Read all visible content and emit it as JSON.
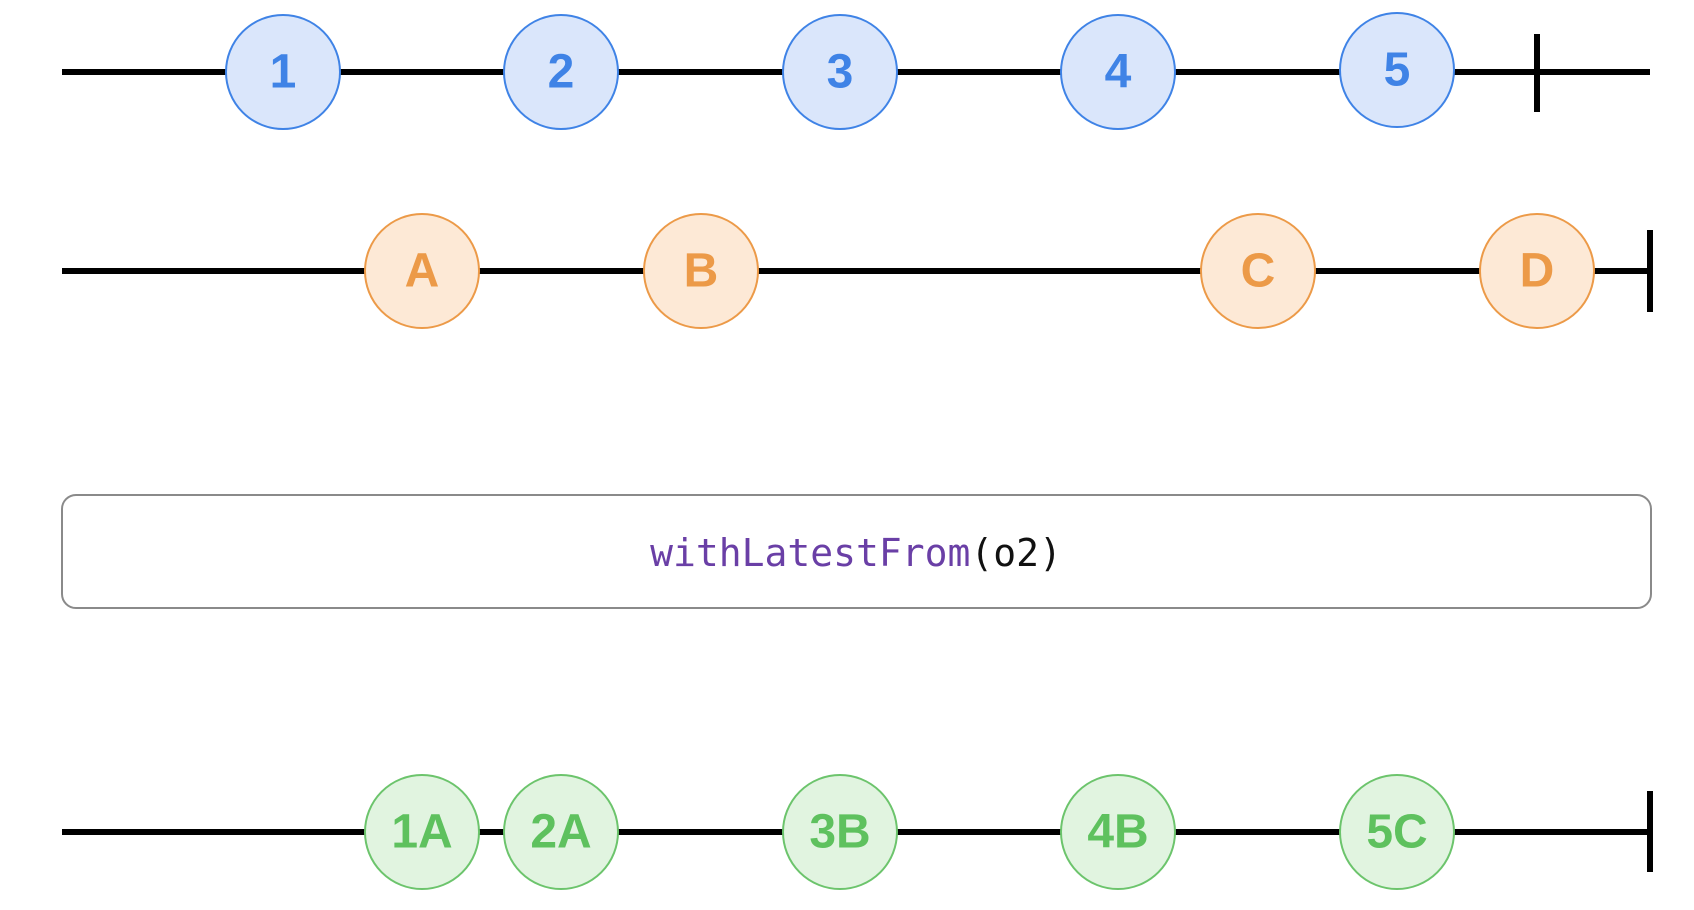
{
  "streams": {
    "source1": {
      "marbles": [
        "1",
        "2",
        "3",
        "4",
        "5"
      ],
      "fill": "#dae6fb",
      "stroke": "#3f83e6",
      "text_color": "#3f83e6",
      "terminator": "completion"
    },
    "source2": {
      "marbles": [
        "A",
        "B",
        "C",
        "D"
      ],
      "fill": "#fde9d6",
      "stroke": "#ec9a48",
      "text_color": "#ec9a48",
      "terminator": "completion"
    },
    "result": {
      "marbles": [
        "1A",
        "2A",
        "3B",
        "4B",
        "5C"
      ],
      "fill": "#e1f4e0",
      "stroke": "#6cc46c",
      "text_color": "#5ec15e",
      "terminator": "completion"
    }
  },
  "operator": {
    "name": "withLatestFrom",
    "args": "(o2)",
    "name_color": "#6a3fa6",
    "args_color": "#111111"
  }
}
